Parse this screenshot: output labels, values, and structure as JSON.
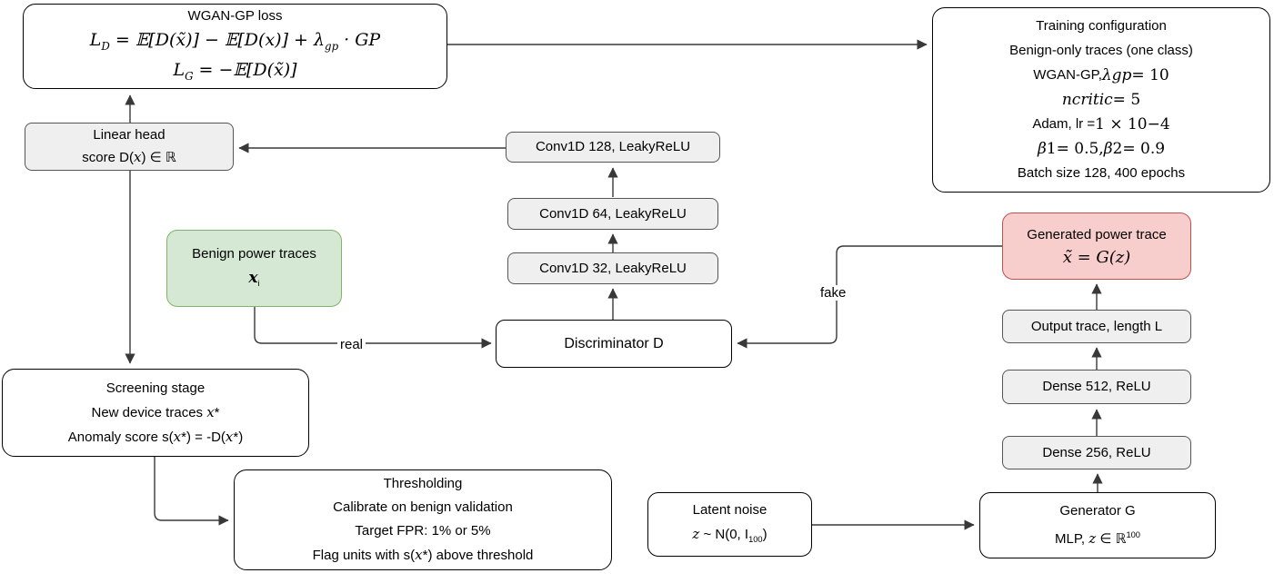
{
  "diagram": {
    "nodes": {
      "wgan_loss": {
        "title": "WGAN-GP loss",
        "ld": [
          "L",
          "D",
          " = 𝔼[D(x̃)] − 𝔼[D(x)] + ",
          "λ",
          "gp",
          " · GP"
        ],
        "lg": [
          "L",
          "G",
          " = −𝔼[D(x̃)]"
        ]
      },
      "training_config": {
        "l1": "Training configuration",
        "l2": "Benign-only traces (one class)",
        "l3": [
          "WGAN-GP, ",
          "λ",
          "gp",
          " = 10"
        ],
        "l4": [
          "n",
          "critic",
          " = 5"
        ],
        "l5": [
          "Adam, lr = ",
          "1 × 10",
          "−4"
        ],
        "l6": [
          "β",
          "1",
          " = 0.5, ",
          "β",
          "2",
          " = 0.9"
        ],
        "l7": "Batch size 128, 400 epochs"
      },
      "linear_head": {
        "l1": "Linear head",
        "l2": [
          "score D(",
          "x",
          ") ∈ ℝ"
        ]
      },
      "benign": {
        "l1": "Benign power traces",
        "l2": [
          "x",
          "i"
        ]
      },
      "conv128": "Conv1D 128, LeakyReLU",
      "conv64": "Conv1D 64, LeakyReLU",
      "conv32": "Conv1D 32, LeakyReLU",
      "discriminator": "Discriminator D",
      "generated": {
        "l1": "Generated power trace",
        "l2": "x̃ = G(z)"
      },
      "output_trace": "Output trace, length L",
      "dense512": "Dense 512, ReLU",
      "dense256": "Dense 256, ReLU",
      "generator": {
        "l1": "Generator G",
        "l2": [
          "MLP, ",
          "z",
          " ∈ ℝ",
          "100"
        ]
      },
      "latent": {
        "l1": "Latent noise",
        "l2": [
          "z",
          " ~ N(0, I",
          "100",
          ")"
        ]
      },
      "screening": {
        "l1": "Screening stage",
        "l2": [
          "New device traces ",
          "x",
          "*"
        ],
        "l3": [
          "Anomaly score s(",
          "x",
          "*) = -D(",
          "x",
          "*)"
        ]
      },
      "thresholding": {
        "l1": "Thresholding",
        "l2": "Calibrate on benign validation",
        "l3": "Target FPR: 1% or 5%",
        "l4": [
          "Flag units with s(",
          "x",
          "*) above threshold"
        ]
      }
    },
    "edge_labels": {
      "real": "real",
      "fake": "fake"
    },
    "colors": {
      "green_fill": "#d5e8d4",
      "green_border": "#82b366",
      "red_fill": "#f8cecc",
      "red_border": "#b85450",
      "gray_fill": "#efefef",
      "gray_border": "#555555",
      "white_fill": "#ffffff",
      "node_border": "#000000",
      "arrow": "#383838"
    }
  }
}
